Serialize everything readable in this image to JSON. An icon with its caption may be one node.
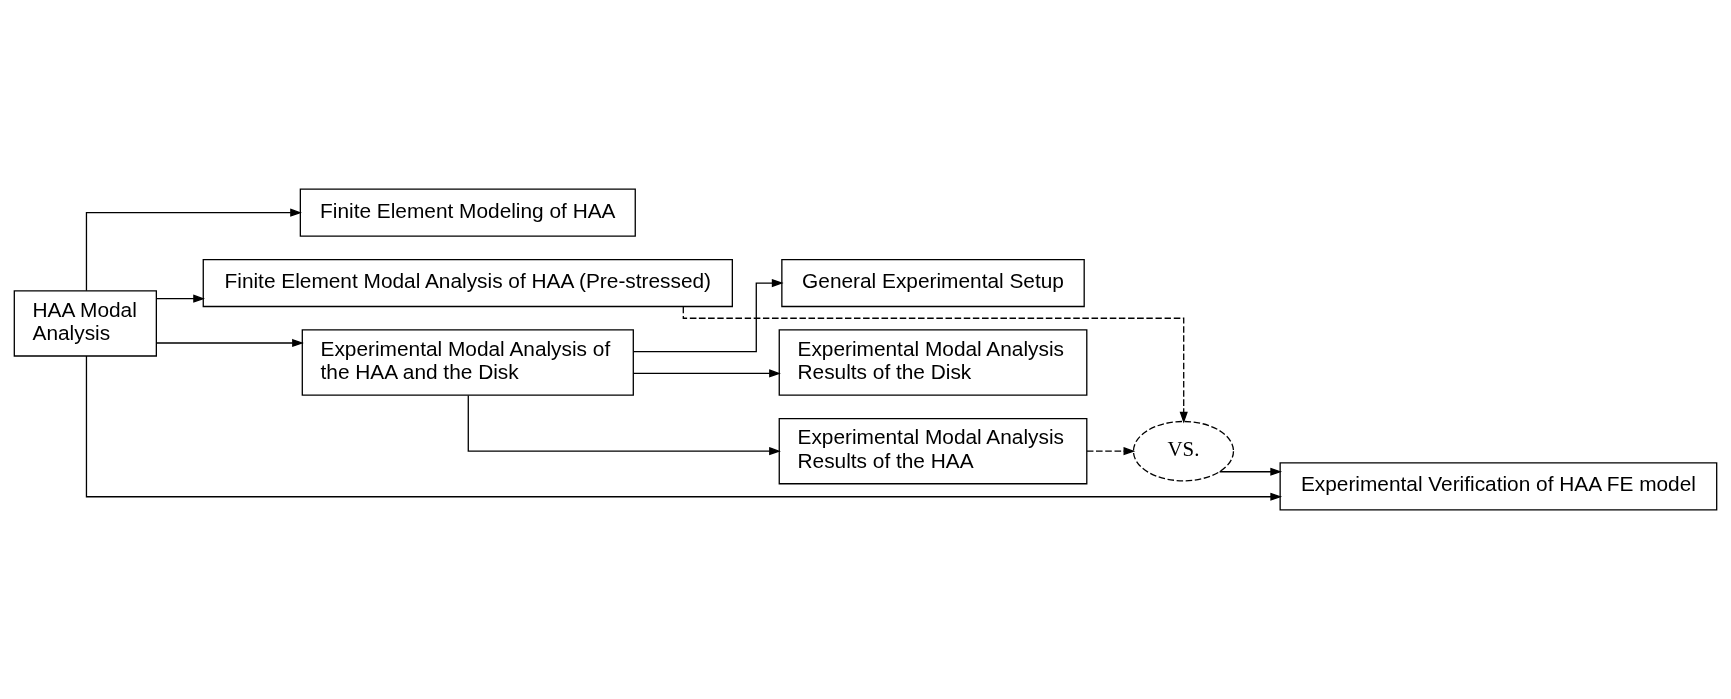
{
  "diagram": {
    "nodes": [
      {
        "text": [
          "HAA Modal Analysis"
        ]
      },
      {
        "text": [
          "Finite Element Modeling of HAA"
        ]
      },
      {
        "text": [
          "Finite Element Modal Analysis of HAA (Pre-stressed)"
        ]
      },
      {
        "text": [
          "Experimental Modal Analysis of the HAA and the Disk"
        ]
      },
      {
        "text": [
          "General Experimental Setup"
        ]
      },
      {
        "text": [
          "Experimental Modal Analysis Results of the Disk"
        ]
      },
      {
        "text": [
          "Experimental Modal Analysis Results of the HAA"
        ]
      },
      {
        "text": [
          "Experimental Verification of HAA FE model"
        ]
      },
      {
        "text": [
          "VS."
        ]
      }
    ],
    "edges": [
      {
        "from": 0,
        "to": 1,
        "arrow": "to"
      },
      {
        "from": 0,
        "to": 2,
        "arrow": "to"
      },
      {
        "from": 0,
        "to": 3,
        "arrow": "to"
      },
      {
        "from": 0,
        "to": 7,
        "arrow": "to"
      },
      {
        "from": 3,
        "to": 4,
        "arrow": "to"
      },
      {
        "from": 3,
        "to": 5,
        "arrow": "to"
      },
      {
        "from": 3,
        "to": 6,
        "arrow": "to"
      },
      {
        "from": 2,
        "to": 8,
        "arrow": "to",
        "style": "dashed"
      },
      {
        "from": 6,
        "to": 8,
        "arrow": "to",
        "style": "dashed"
      },
      {
        "from": 8,
        "to": 7,
        "arrow": "to"
      }
    ]
  }
}
